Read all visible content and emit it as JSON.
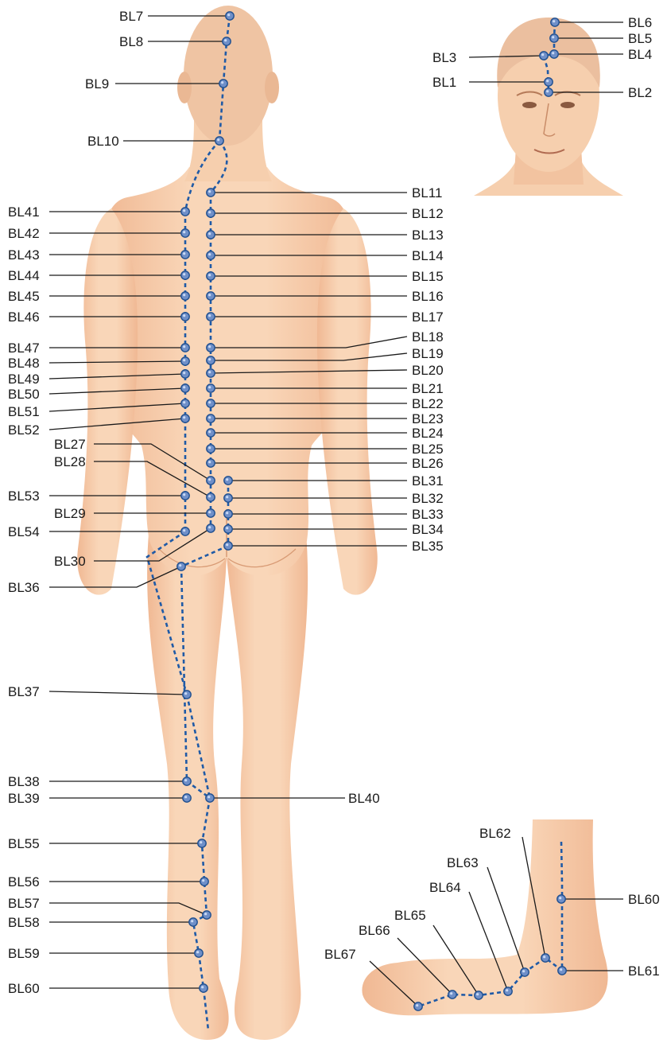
{
  "labels": {
    "BL1": "BL1",
    "BL2": "BL2",
    "BL3": "BL3",
    "BL4": "BL4",
    "BL5": "BL5",
    "BL6": "BL6",
    "BL7": "BL7",
    "BL8": "BL8",
    "BL9": "BL9",
    "BL10": "BL10",
    "BL11": "BL11",
    "BL12": "BL12",
    "BL13": "BL13",
    "BL14": "BL14",
    "BL15": "BL15",
    "BL16": "BL16",
    "BL17": "BL17",
    "BL18": "BL18",
    "BL19": "BL19",
    "BL20": "BL20",
    "BL21": "BL21",
    "BL22": "BL22",
    "BL23": "BL23",
    "BL24": "BL24",
    "BL25": "BL25",
    "BL26": "BL26",
    "BL27": "BL27",
    "BL28": "BL28",
    "BL29": "BL29",
    "BL30": "BL30",
    "BL31": "BL31",
    "BL32": "BL32",
    "BL33": "BL33",
    "BL34": "BL34",
    "BL35": "BL35",
    "BL36": "BL36",
    "BL37": "BL37",
    "BL38": "BL38",
    "BL39": "BL39",
    "BL40": "BL40",
    "BL41": "BL41",
    "BL42": "BL42",
    "BL43": "BL43",
    "BL44": "BL44",
    "BL45": "BL45",
    "BL46": "BL46",
    "BL47": "BL47",
    "BL48": "BL48",
    "BL49": "BL49",
    "BL50": "BL50",
    "BL51": "BL51",
    "BL52": "BL52",
    "BL53": "BL53",
    "BL54": "BL54",
    "BL55": "BL55",
    "BL56": "BL56",
    "BL57": "BL57",
    "BL58": "BL58",
    "BL59": "BL59",
    "BL60": "BL60",
    "BL61": "BL61",
    "BL62": "BL62",
    "BL63": "BL63",
    "BL64": "BL64",
    "BL65": "BL65",
    "BL66": "BL66",
    "BL67": "BL67"
  },
  "colors": {
    "skin": "#f6cfae",
    "skin_shadow": "#e9ad86",
    "hair": "#e8c3a4",
    "meridian": "#1f5aa6",
    "point_fill": "#6f8fc8",
    "point_stroke": "#1f4f8f",
    "leader": "#1a1a1a",
    "text": "#1a1a1a"
  }
}
